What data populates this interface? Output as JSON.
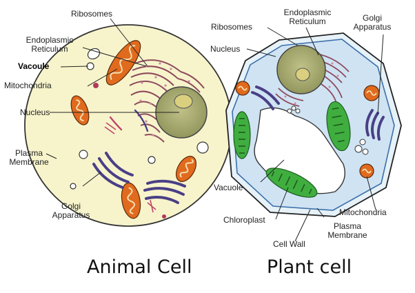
{
  "animal_cell": {
    "caption": "Animal Cell",
    "labels": {
      "ribosomes": "Ribosomes",
      "er_line1": "Endoplasmic",
      "er_line2": "Reticulum",
      "vacuole": "Vacoule",
      "mitochondria": "Mitochondria",
      "nucleus": "Nucleus",
      "plasma_line1": "Plasma",
      "plasma_line2": "Membrane",
      "golgi_line1": "Golgi",
      "golgi_line2": "Apparatus"
    }
  },
  "plant_cell": {
    "caption": "Plant cell",
    "labels": {
      "ribosomes": "Ribosomes",
      "er_line1": "Endoplasmic",
      "er_line2": "Reticulum",
      "golgi_line1": "Golgi",
      "golgi_line2": "Apparatus",
      "nucleus": "Nucleus",
      "vacuole": "Vacuole",
      "mitochondria": "Mitochondria",
      "chloroplast": "Chloroplast",
      "plasma_line1": "Plasma",
      "plasma_line2": "Membrane",
      "cell_wall": "Cell Wall"
    }
  },
  "colors": {
    "animal_cytoplasm": "#f7f4cc",
    "plant_cytoplasm": "#cfe3f3",
    "nucleus": "#a8ab72",
    "nucleolus": "#d9cf7e",
    "mitochondria": "#e06a1e",
    "chloroplast": "#3fae3f",
    "golgi": "#4a3f86",
    "er": "#c98a9a"
  }
}
